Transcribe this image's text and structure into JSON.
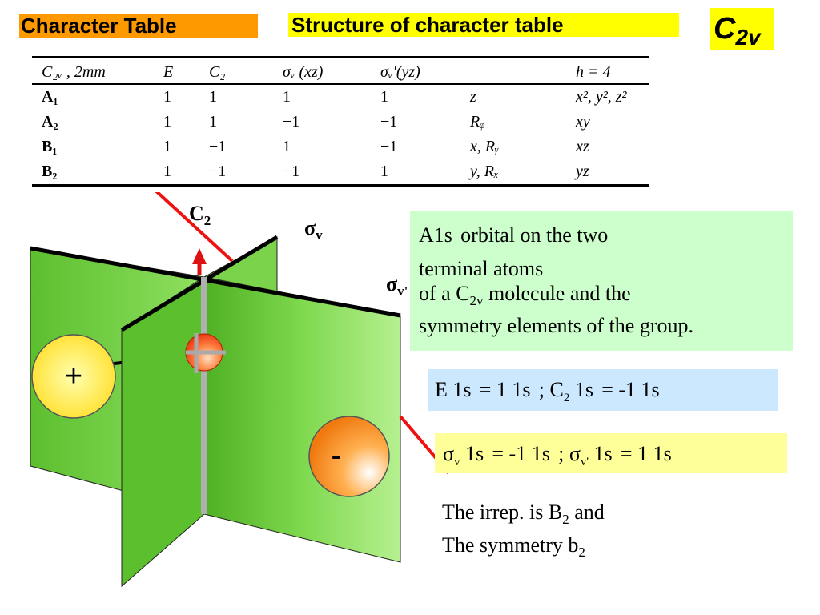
{
  "headers": {
    "left": "Character Table",
    "middle": "Structure of character table",
    "right_main": "C",
    "right_sub": "2v"
  },
  "table": {
    "columns": [
      "C₂ᵥ , 2mm",
      "E",
      "C₂",
      "σᵥ (xz)",
      "σᵥ′(yz)",
      "",
      "h = 4"
    ],
    "rows": [
      {
        "irrep": "A₁",
        "cells": [
          "1",
          "1",
          "1",
          "1"
        ],
        "linear": "z",
        "quadratic": "x², y², z²"
      },
      {
        "irrep": "A₂",
        "cells": [
          "1",
          "1",
          "−1",
          "−1"
        ],
        "linear": "Rᵩ",
        "quadratic": "xy"
      },
      {
        "irrep": "B₁",
        "cells": [
          "1",
          "−1",
          "1",
          "−1"
        ],
        "linear": "x, Rᵧ",
        "quadratic": "xz"
      },
      {
        "irrep": "B₂",
        "cells": [
          "1",
          "−1",
          "−1",
          "1"
        ],
        "linear": "y, Rₓ",
        "quadratic": "yz"
      }
    ]
  },
  "diagram": {
    "c2_label": "C",
    "c2_sub": "2",
    "sigma_v": "σ",
    "sigma_v_sub": "v",
    "sigma_v_prime": "σ",
    "sigma_v_prime_sub": "v'",
    "plus_sign": "+",
    "minus_sign": "-"
  },
  "description_box": {
    "line1_a": "A",
    "line1_b": "1s",
    "line1_c": " orbital on the two",
    "line2": "terminal atoms",
    "line3_a": "of a C",
    "line3_sub": "2v",
    "line3_b": " molecule and the",
    "line4": "symmetry elements of the group."
  },
  "ops_box_1": {
    "a": "E 1s",
    "b": "  = 1 1s",
    "c": " ;   C",
    "c_sub": "2",
    "d": " 1s",
    "e": " = -1 1s"
  },
  "ops_box_2": {
    "sigma": "σ",
    "sigma_sub": "v",
    "a": " 1s",
    "b": " = -1 1s",
    "c": " ; ",
    "sigma2": "σ",
    "sigma2_sub": "v'",
    "d": " 1s",
    "e": " =  1 1s"
  },
  "conclusion": {
    "line1_a": "The irrep.  is B",
    "line1_sub": "2",
    "line1_b": " and",
    "line2_a": "The symmetry b",
    "line2_sub": "2"
  },
  "colors": {
    "orange_tag": "#ff9900",
    "yellow_tag": "#ffff00",
    "plane_green": "#66cc33",
    "arrow_red": "#ee1111",
    "box_green": "#ccffcc",
    "box_blue": "#cce8ff",
    "box_yellow": "#ffff99"
  }
}
